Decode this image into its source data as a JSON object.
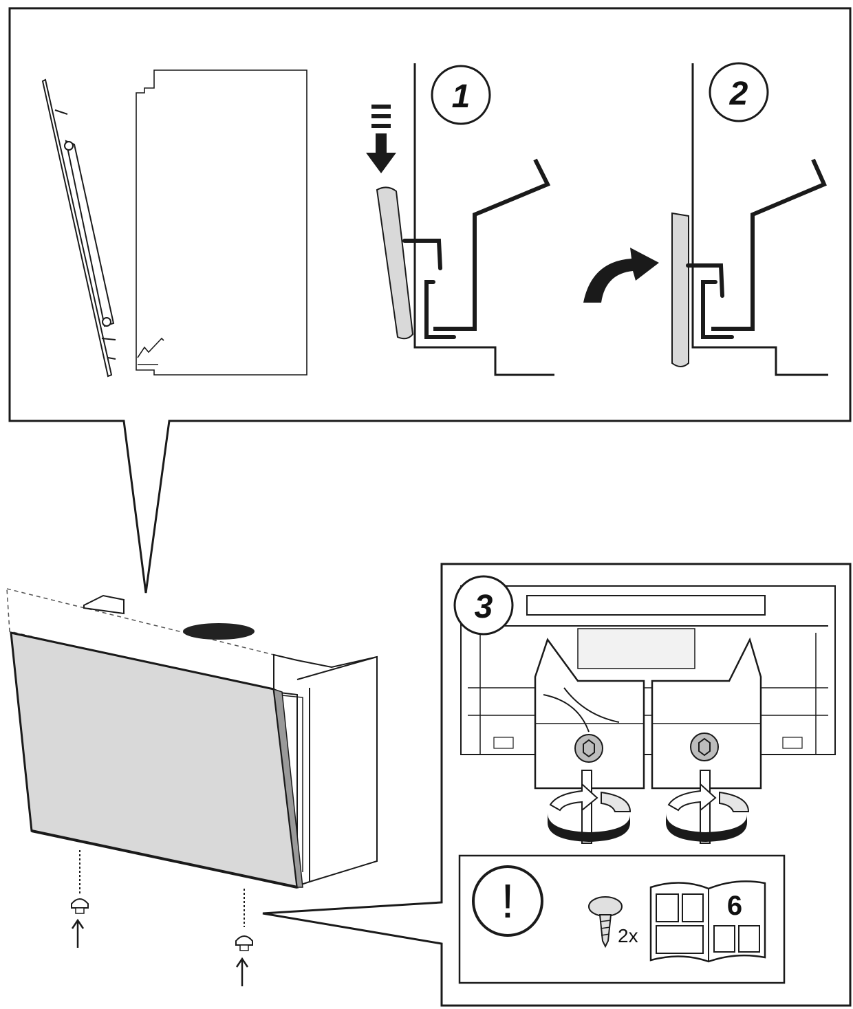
{
  "steps": [
    {
      "number": "1"
    },
    {
      "number": "2"
    },
    {
      "number": "3"
    }
  ],
  "notice": {
    "symbol": "!",
    "screw_count": "2x",
    "manual_page": "6"
  },
  "colors": {
    "line": "#1a1a1a",
    "panel_fill": "#d9d9d9",
    "glass_fill": "#cfcfcf",
    "background": "#ffffff"
  },
  "icons": [
    "down-arrow-icon",
    "curved-arrow-icon",
    "rotate-arrow-icon",
    "screw-icon",
    "manual-book-icon",
    "exclamation-icon"
  ]
}
